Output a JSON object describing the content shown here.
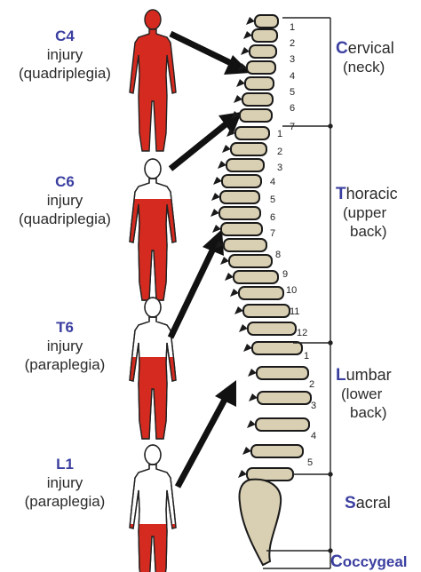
{
  "injuries": [
    {
      "level": "C4",
      "word": "injury",
      "type": "(quadriplegia)",
      "shade": "full"
    },
    {
      "level": "C6",
      "word": "injury",
      "type": "(quadriplegia)",
      "shade": "chest-down"
    },
    {
      "level": "T6",
      "word": "injury",
      "type": "(paraplegia)",
      "shade": "waist-down"
    },
    {
      "level": "L1",
      "word": "injury",
      "type": "(paraplegia)",
      "shade": "hips-down"
    }
  ],
  "regions": [
    {
      "initial": "C",
      "rest": "ervical",
      "sub": [
        "(neck)"
      ]
    },
    {
      "initial": "T",
      "rest": "horacic",
      "sub": [
        "(upper",
        "back)"
      ]
    },
    {
      "initial": "L",
      "rest": "umbar",
      "sub": [
        "(lower",
        "back)"
      ]
    },
    {
      "initial": "S",
      "rest": "acral",
      "sub": []
    },
    {
      "initial": "C",
      "rest": "occygeal",
      "sub": []
    }
  ],
  "vertebra_numbers": {
    "cervical": [
      "1",
      "2",
      "3",
      "4",
      "5",
      "6",
      "7"
    ],
    "thoracic": [
      "1",
      "2",
      "3",
      "4",
      "5",
      "6",
      "7",
      "8",
      "9",
      "10",
      "11",
      "12"
    ],
    "lumbar": [
      "1",
      "2",
      "3",
      "4",
      "5"
    ]
  },
  "colors": {
    "paralysis": "#d42a1f",
    "label": "#3b3fa0",
    "bone": "#d9cfb2",
    "bone_shadow": "#1a1a1a"
  }
}
